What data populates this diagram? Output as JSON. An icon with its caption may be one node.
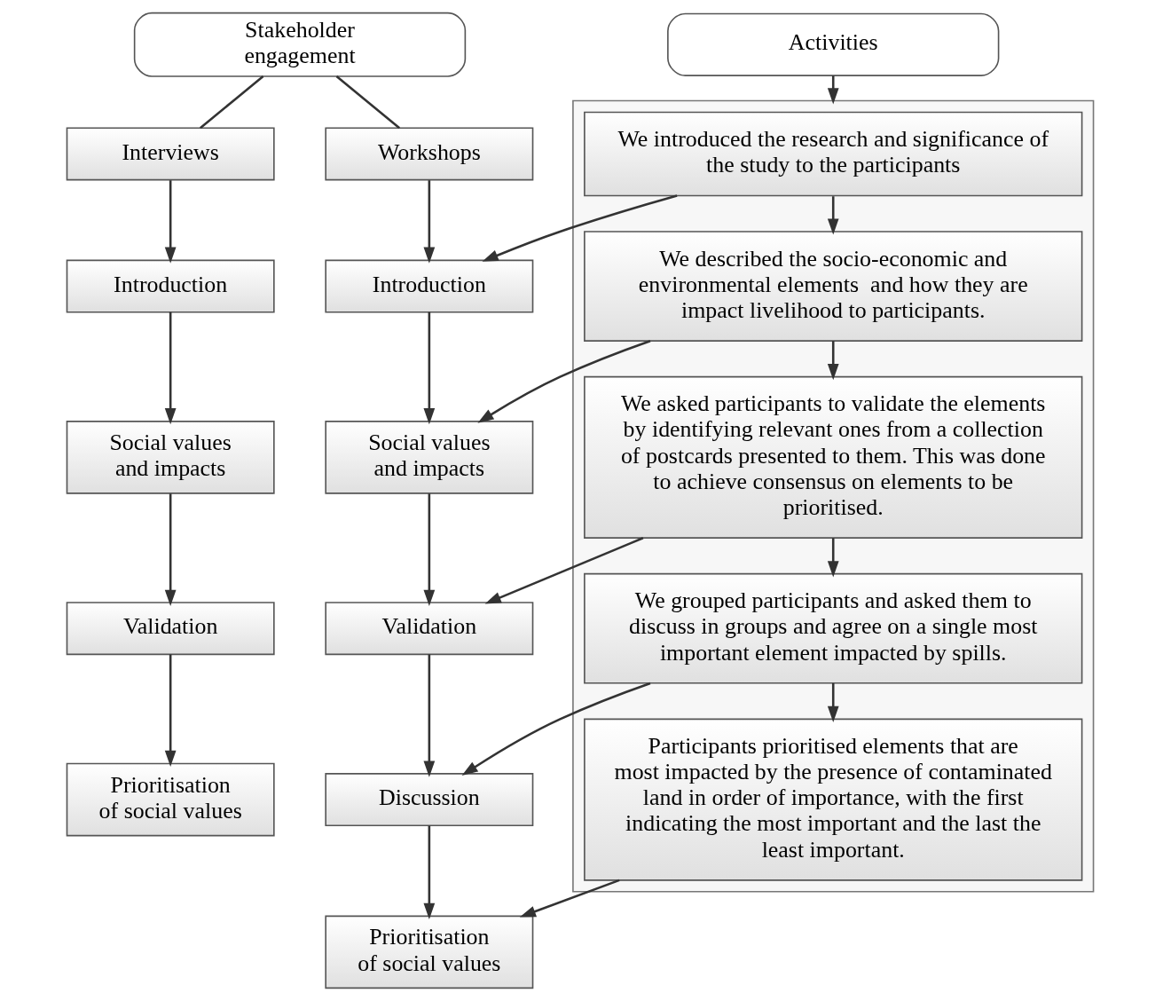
{
  "diagram": {
    "nodes": [
      {
        "text": [
          "Stakeholder engagement"
        ]
      },
      {
        "text": [
          "Interviews"
        ]
      },
      {
        "text": [
          "Workshops"
        ]
      },
      {
        "text": [
          "Introduction"
        ]
      },
      {
        "text": [
          "Social values and impacts"
        ]
      },
      {
        "text": [
          "Validation"
        ]
      },
      {
        "text": [
          "Prioritisation of social values"
        ]
      },
      {
        "text": [
          "Introduction"
        ]
      },
      {
        "text": [
          "Social values and impacts"
        ]
      },
      {
        "text": [
          "Validation"
        ]
      },
      {
        "text": [
          "Discussion"
        ]
      },
      {
        "text": [
          "Prioritisation of social values"
        ]
      },
      {
        "text": [
          "Activities"
        ]
      },
      {
        "text": [],
        "shape": "box"
      },
      {
        "text": [
          "We introduced the research and significance of the study to the participants"
        ],
        "in": 13
      },
      {
        "text": [
          "We described the socio-economic and environmental elements  and how they are impact livelihood to participants."
        ],
        "in": 13
      },
      {
        "text": [
          "We asked participants to validate the elements by identifying relevant ones from a collection of postcards presented to them. This was done to achieve consensus on elements to be prioritised."
        ],
        "in": 13
      },
      {
        "text": [
          "We grouped participants and asked them to discuss in groups and agree on a single most important element impacted by spills."
        ],
        "in": 13
      },
      {
        "text": [
          "Participants prioritised elements that are most impacted by the presence of contaminated land in order of importance, with the first indicating the most important and the last the least important."
        ],
        "in": 13
      }
    ],
    "edges": [
      {
        "from": 0,
        "to": 1,
        "arrow": "none"
      },
      {
        "from": 0,
        "to": 2,
        "arrow": "none"
      },
      {
        "from": 1,
        "to": 3,
        "arrow": "to"
      },
      {
        "from": 3,
        "to": 4,
        "arrow": "to"
      },
      {
        "from": 4,
        "to": 5,
        "arrow": "to"
      },
      {
        "from": 5,
        "to": 6,
        "arrow": "to"
      },
      {
        "from": 2,
        "to": 7,
        "arrow": "to"
      },
      {
        "from": 7,
        "to": 8,
        "arrow": "to"
      },
      {
        "from": 8,
        "to": 9,
        "arrow": "to"
      },
      {
        "from": 9,
        "to": 10,
        "arrow": "to"
      },
      {
        "from": 10,
        "to": 11,
        "arrow": "to"
      },
      {
        "from": 12,
        "to": 13,
        "arrow": "to"
      },
      {
        "from": 14,
        "to": 15,
        "arrow": "to"
      },
      {
        "from": 15,
        "to": 16,
        "arrow": "to"
      },
      {
        "from": 16,
        "to": 17,
        "arrow": "to"
      },
      {
        "from": 17,
        "to": 18,
        "arrow": "to"
      },
      {
        "from": 14,
        "to": 7,
        "arrow": "to"
      },
      {
        "from": 15,
        "to": 8,
        "arrow": "to"
      },
      {
        "from": 16,
        "to": 9,
        "arrow": "to"
      },
      {
        "from": 17,
        "to": 10,
        "arrow": "to"
      },
      {
        "from": 18,
        "to": 11,
        "arrow": "to"
      }
    ]
  }
}
